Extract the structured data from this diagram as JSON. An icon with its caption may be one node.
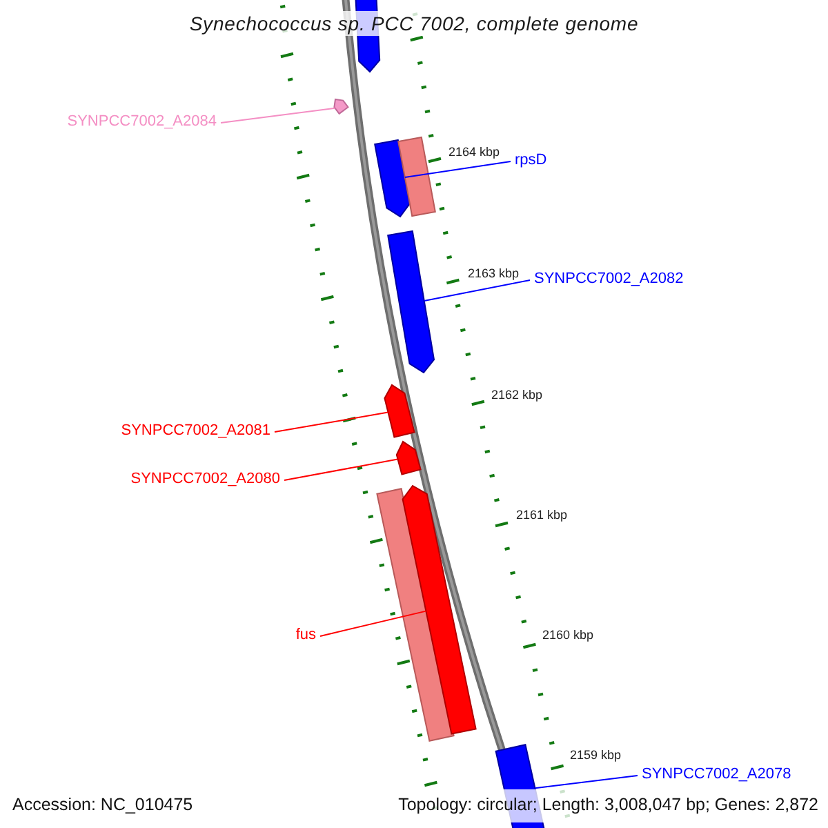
{
  "diagram": {
    "title": "Synechococcus sp. PCC 7002, complete genome",
    "nodes": [
      {
        "text": [],
        "shape": "pentagon"
      },
      {
        "text": [
          "SYNPCC7002_A2084"
        ]
      },
      {
        "text": [],
        "shape": "pentagon"
      },
      {
        "text": [],
        "shape": "pentagon"
      },
      {
        "text": [],
        "shape": "box"
      },
      {
        "text": [
          "rpsD"
        ]
      },
      {
        "text": [
          "SYNPCC7002_A2082"
        ]
      },
      {
        "text": [],
        "shape": "pentagon"
      },
      {
        "text": [],
        "shape": "pentagon"
      },
      {
        "text": [
          "SYNPCC7002_A2081"
        ]
      },
      {
        "text": [
          "SYNPCC7002_A2080"
        ]
      },
      {
        "text": [],
        "shape": "pentagon"
      },
      {
        "text": [],
        "shape": "box"
      },
      {
        "text": [],
        "shape": "pentagon"
      },
      {
        "text": [
          "fus"
        ]
      },
      {
        "text": [
          "SYNPCC7002_A2078"
        ]
      },
      {
        "text": [],
        "shape": "box"
      }
    ],
    "edges": [
      {
        "from": 1,
        "to": 2,
        "arrow": "none",
        "color": "#f48fc4"
      },
      {
        "from": 5,
        "to": 3,
        "arrow": "none",
        "color": "#0000ff"
      },
      {
        "from": 6,
        "to": 7,
        "arrow": "none",
        "color": "#0000ff"
      },
      {
        "from": 9,
        "to": 8,
        "arrow": "none",
        "color": "#ff0000"
      },
      {
        "from": 10,
        "to": 11,
        "arrow": "none",
        "color": "#ff0000"
      },
      {
        "from": 14,
        "to": 13,
        "arrow": "none",
        "color": "#ff0000"
      },
      {
        "from": 15,
        "to": 16,
        "arrow": "none",
        "color": "#0000ff"
      }
    ],
    "labels": [
      "2164 kbp",
      "2163 kbp",
      "2162 kbp",
      "2161 kbp",
      "2160 kbp",
      "2159 kbp",
      "Accession: NC_010475",
      "Topology: circular; Length: 3,008,047 bp; Genes: 2,872"
    ]
  }
}
